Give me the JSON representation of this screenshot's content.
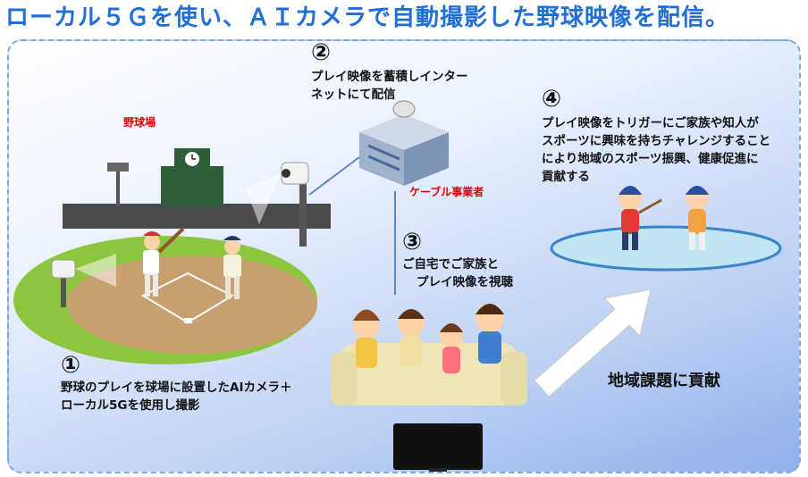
{
  "title": "ローカル５Ｇを使い、ＡＩカメラで自動撮影した野球映像を配信。",
  "labels": {
    "stadium": "野球場",
    "cable_operator": "ケーブル事業者"
  },
  "steps": [
    {
      "number": "①",
      "lines": [
        "野球のプレイを球場に設置したAIカメラ＋",
        "ローカル5Gを使用し撮影"
      ]
    },
    {
      "number": "②",
      "lines": [
        "プレイ映像を蓄積しインター",
        "ネットにて配信"
      ]
    },
    {
      "number": "③",
      "lines": [
        "ご自宅でご家族と",
        "プレイ映像を視聴"
      ]
    },
    {
      "number": "④",
      "lines": [
        "プレイ映像をトリガーにご家族や知人が",
        "スポーツに興味を持ちチャレンジすること",
        "により地域のスポーツ振興、健康促進に",
        "貢献する"
      ]
    }
  ],
  "contribution": "地域課題に貢献",
  "colors": {
    "title": "#1f6fd6",
    "label_red": "#e10000",
    "field": "#c8a070",
    "grass": "#8cc63f",
    "pond": "#bfe6f2"
  }
}
